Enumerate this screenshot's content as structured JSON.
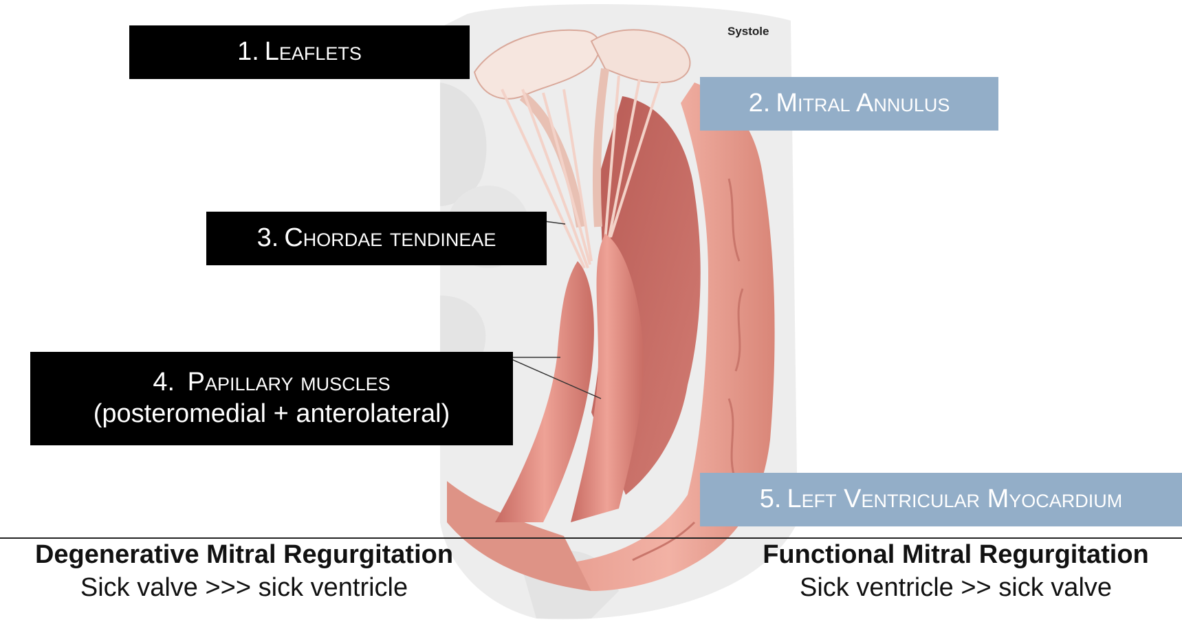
{
  "figure": {
    "stage_label": "Systole",
    "labels": [
      {
        "num": "1.",
        "text": "Leaflets"
      },
      {
        "num": "2.",
        "text": "Mitral Annulus"
      },
      {
        "num": "3.",
        "text": "Chordae tendineae"
      },
      {
        "num": "4.",
        "text": "Papillary muscles",
        "sub": "(posteromedial + anterolateral)"
      },
      {
        "num": "5.",
        "text": "Left Ventricular Myocardium"
      }
    ]
  },
  "captions": {
    "left": {
      "title": "Degenerative Mitral Regurgitation",
      "text": "Sick valve >>> sick ventricle"
    },
    "right": {
      "title": "Functional Mitral Regurgitation",
      "text": "Sick ventricle >> sick valve"
    }
  },
  "colors": {
    "label_dark": "#000000",
    "label_blue": "#93aec8",
    "tissue": "#d9877e",
    "tissue_light": "#f0c0b3",
    "background_heart": "#ececec"
  }
}
